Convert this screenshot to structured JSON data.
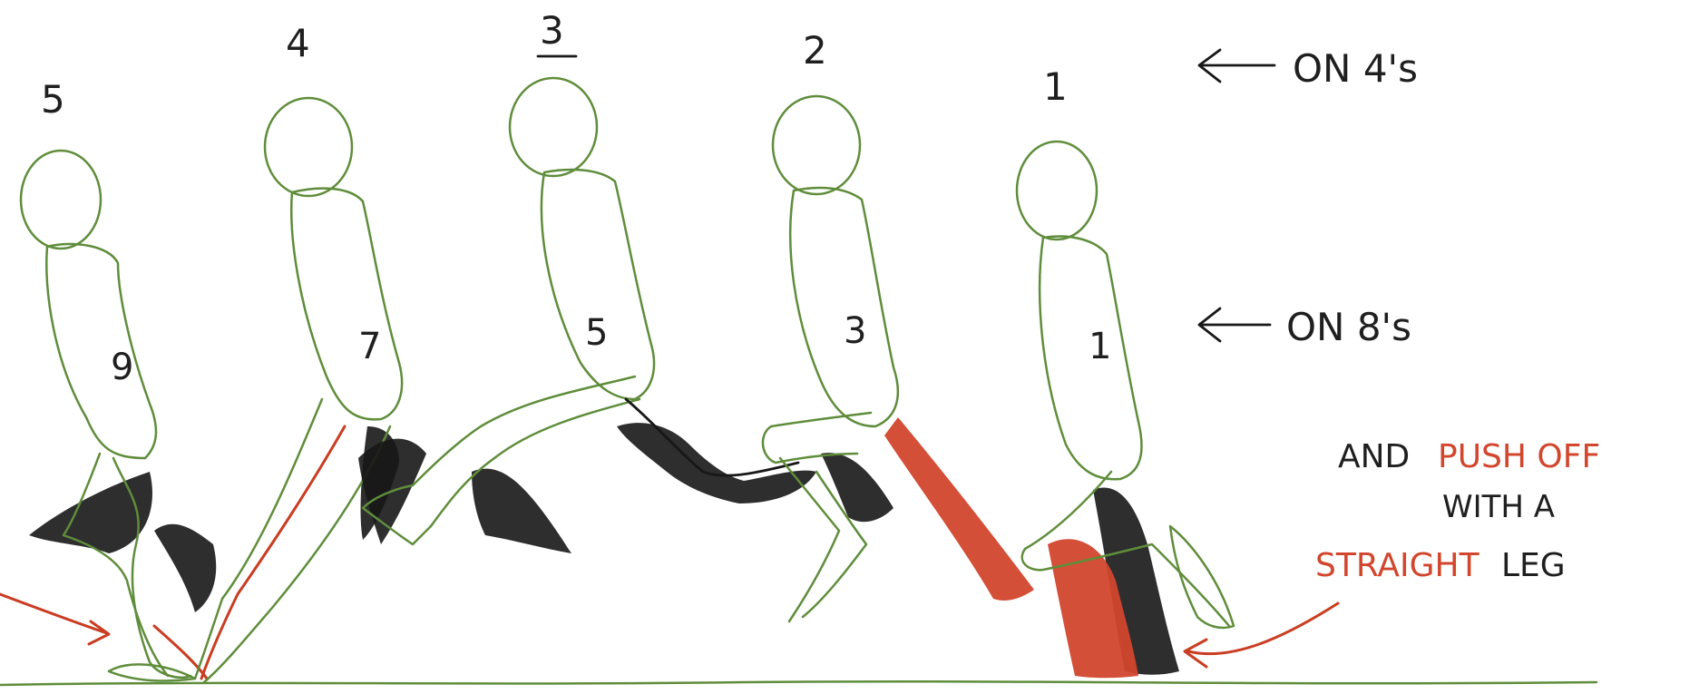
{
  "annotations": {
    "pose_numbers": [
      "5",
      "4",
      "3",
      "2",
      "1"
    ],
    "body_numbers": [
      "9",
      "7",
      "5",
      "3",
      "1"
    ],
    "arrow_label_1": "ON 4's",
    "arrow_label_2": "ON 8's",
    "note_line_1_prefix": "AND",
    "note_line_1_red": "PUSH OFF",
    "note_line_2": "WITH A",
    "note_line_3_red": "STRAIGHT",
    "note_line_3_suffix": "LEG"
  },
  "colors": {
    "ink": "#1f1f1f",
    "green": "#5f8d3b",
    "red": "#d2462d",
    "shadow": "#171717",
    "background": "#ffffff"
  }
}
